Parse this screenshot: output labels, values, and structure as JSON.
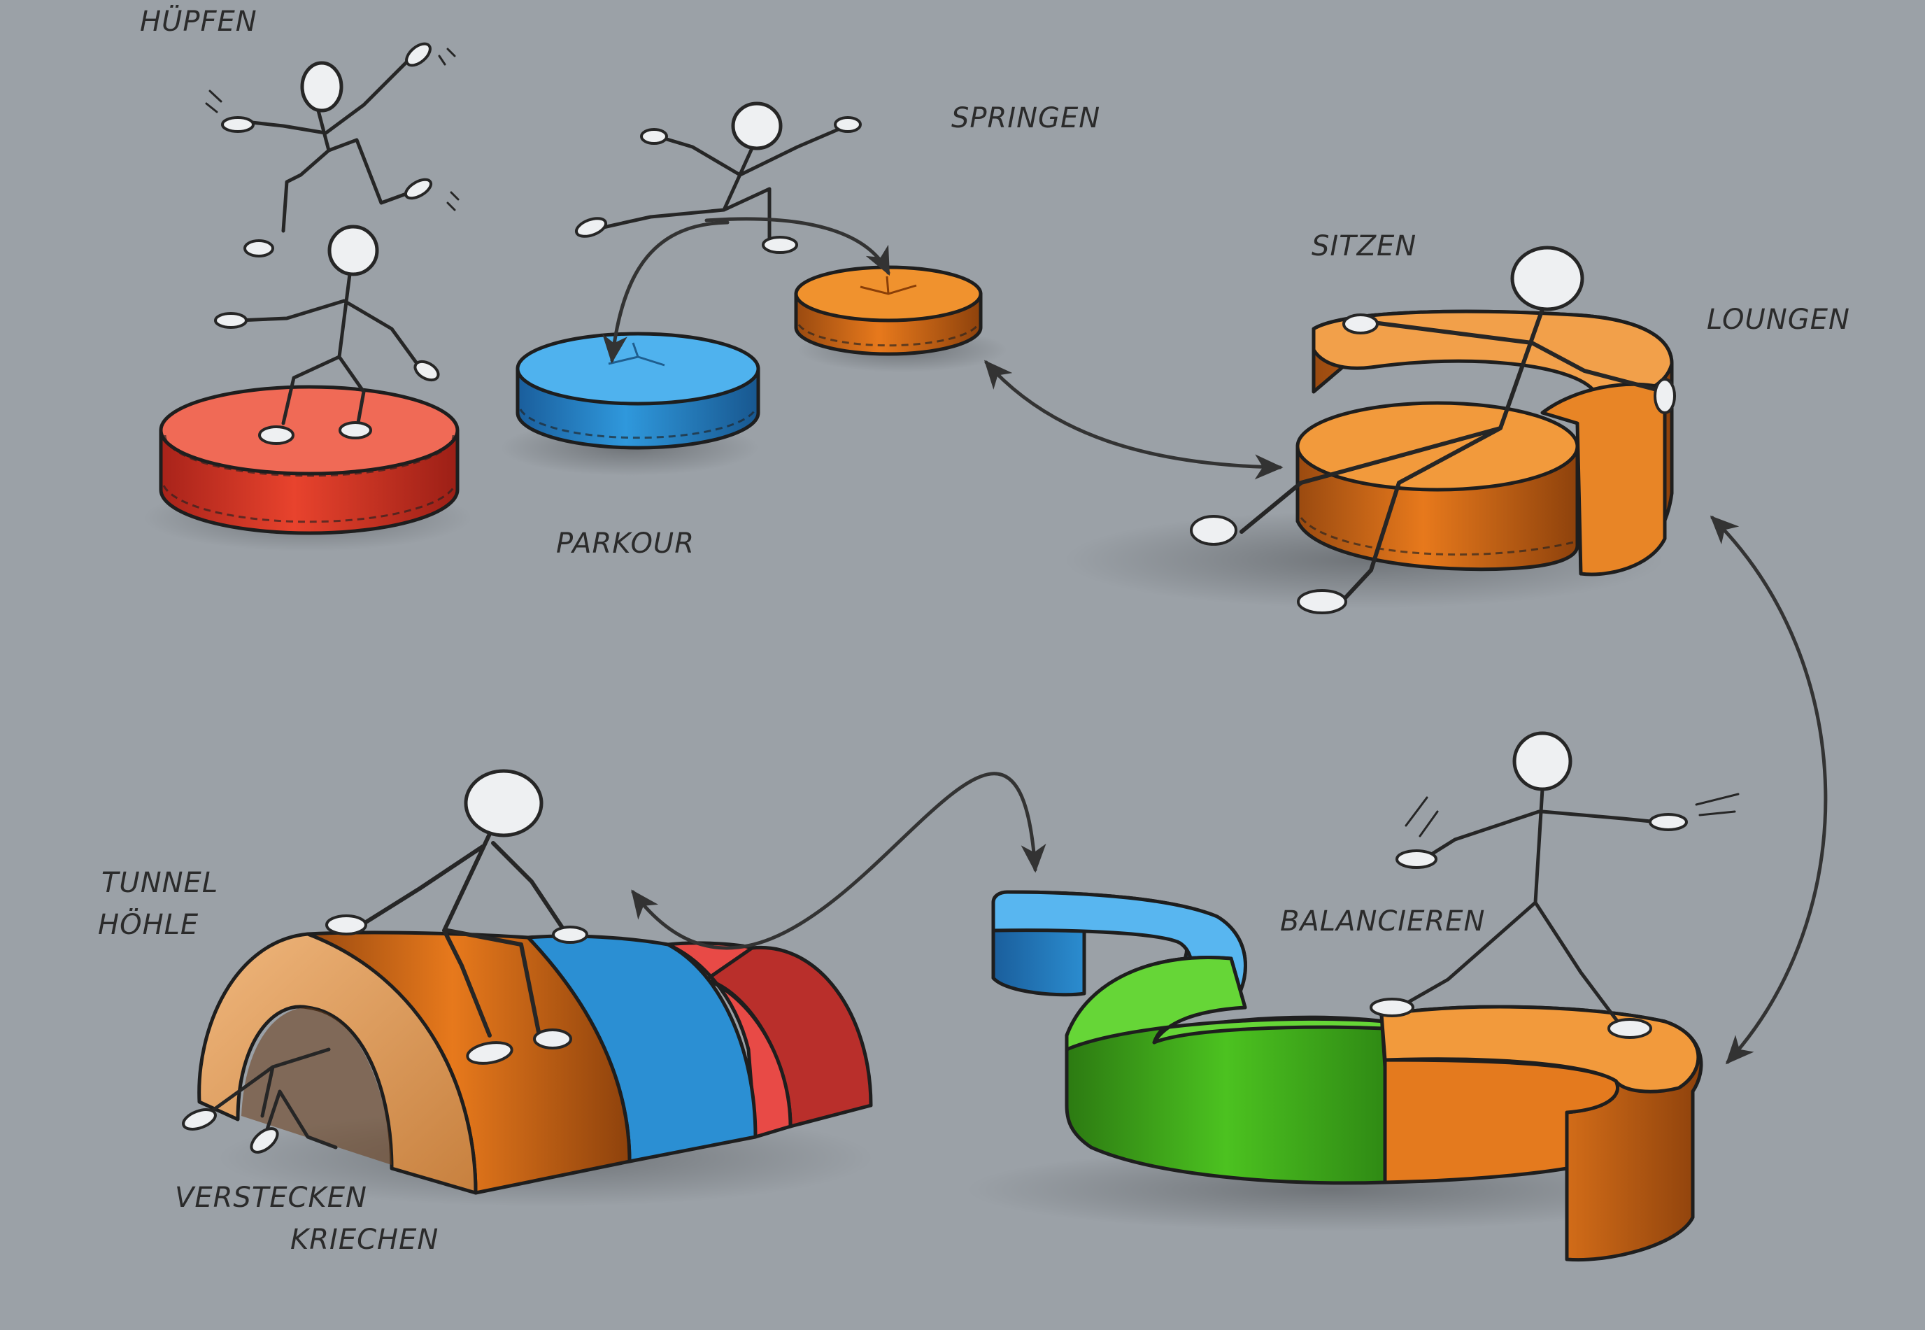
{
  "labels": {
    "huepfen": "HÜPFEN",
    "springen": "SPRINGEN",
    "parkour": "PARKOUR",
    "sitzen": "SITZEN",
    "loungen": "LOUNGEN",
    "tunnel": "TUNNEL",
    "hoehle": "HÖHLE",
    "verstecken": "VERSTECKEN",
    "kriechen": "KRIECHEN",
    "balancieren": "BALANCIEREN"
  },
  "colors": {
    "background": "#9ba1a7",
    "red": "#e0452f",
    "blue": "#2f98dc",
    "orange": "#e7791c",
    "green": "#43b21c",
    "tan": "#e3a265"
  }
}
